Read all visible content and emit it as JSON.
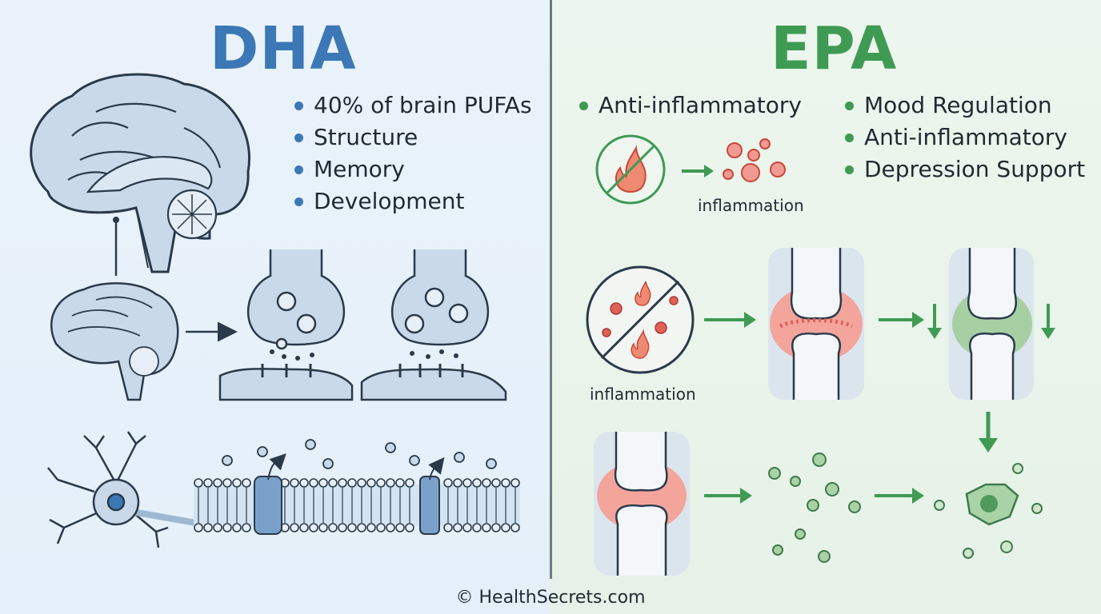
{
  "dha": {
    "title": "DHA",
    "bullets": [
      "40% of brain PUFAs",
      "Structure",
      "Memory",
      "Development"
    ],
    "accent_color": "#3c78b5",
    "illustrations": [
      "brain-sagittal-icon",
      "small-brain-icon",
      "synapse-icon",
      "neuron-icon",
      "cell-membrane-icon"
    ]
  },
  "epa": {
    "title": "EPA",
    "bullets_left": [
      "Anti-inflammatory"
    ],
    "bullets_right": [
      "Mood Regulation",
      "Anti-inflammatory",
      "Depression Support"
    ],
    "accent_color": "#3f9a54",
    "captions": {
      "inflammation_top": "inflammation",
      "inflammation_mid": "inflammation"
    },
    "illustrations": [
      "no-fire-icon",
      "inflammation-cells-icon",
      "joint-inflamed-icon",
      "joint-healthy-icon",
      "neuron-green-icon"
    ]
  },
  "footer": "© HealthSecrets.com"
}
